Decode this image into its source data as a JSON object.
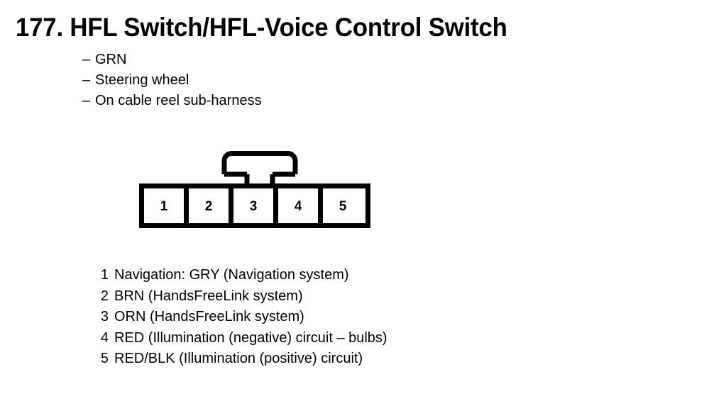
{
  "document": {
    "section_number": "177.",
    "title": "177. HFL Switch/HFL-Voice Control Switch",
    "title_text": "HFL Switch/HFL-Voice Control Switch",
    "ink_color": "#000000",
    "background_color": "#ffffff"
  },
  "notes": {
    "dash": "–",
    "items": [
      {
        "dash": "–",
        "text": "GRN"
      },
      {
        "dash": "–",
        "text": "Steering wheel"
      },
      {
        "dash": "–",
        "text": "On cable reel sub-harness"
      }
    ]
  },
  "connector": {
    "name": "5-pin connector",
    "cavity_count": 5,
    "latch_position": "top-center",
    "cavities": [
      {
        "number": "1"
      },
      {
        "number": "2"
      },
      {
        "number": "3"
      },
      {
        "number": "4"
      },
      {
        "number": "5"
      }
    ]
  },
  "pin_legend": [
    {
      "number": "1",
      "text": "Navigation: GRY (Navigation system)"
    },
    {
      "number": "2",
      "text": "BRN (HandsFreeLink system)"
    },
    {
      "number": "3",
      "text": "ORN (HandsFreeLink system)"
    },
    {
      "number": "4",
      "text": "RED (Illumination (negative) circuit – bulbs)"
    },
    {
      "number": "5",
      "text": "RED/BLK (Illumination (positive) circuit)"
    }
  ]
}
